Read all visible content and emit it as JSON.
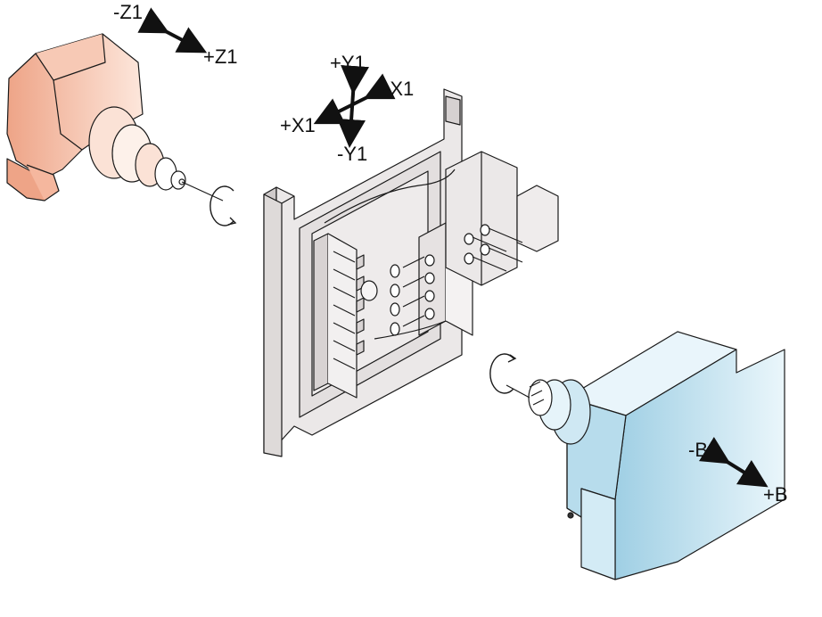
{
  "labels": {
    "z1_minus": "-Z1",
    "z1_plus": "+Z1",
    "y1_plus": "+Y1",
    "y1_minus": "-Y1",
    "x1_plus": "+X1",
    "x1_minus": "-X1",
    "b_minus": "-B",
    "b_plus": "+B"
  },
  "colors": {
    "spindle_fill": "#f2b8a0",
    "spindle_light": "#fbe2d6",
    "fixture_fill": "#e9e6e6",
    "fixture_dark": "#d2cdcd",
    "b_axis_fill": "#bfe0ee",
    "b_axis_light": "#e6f4fa",
    "stroke": "#1a1a1a"
  }
}
